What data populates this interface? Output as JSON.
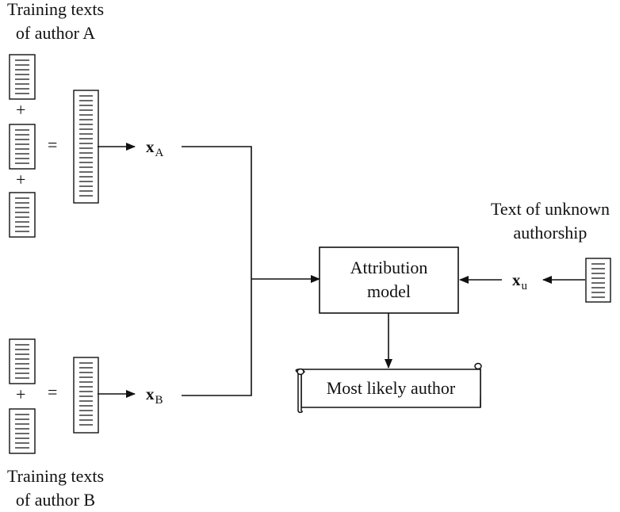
{
  "labels": {
    "training_a_line1": "Training texts",
    "training_a_line2": "of author A",
    "training_b_line1": "Training texts",
    "training_b_line2": "of author B",
    "unknown_line1": "Text of unknown",
    "unknown_line2": "authorship"
  },
  "variables": {
    "x_a": {
      "base": "x",
      "sub": "A"
    },
    "x_b": {
      "base": "x",
      "sub": "B"
    },
    "x_u": {
      "base": "x",
      "sub": "u"
    }
  },
  "operators": {
    "plus": "+",
    "equals": "="
  },
  "model": {
    "line1": "Attribution",
    "line2": "model"
  },
  "output": {
    "label": "Most likely author"
  }
}
